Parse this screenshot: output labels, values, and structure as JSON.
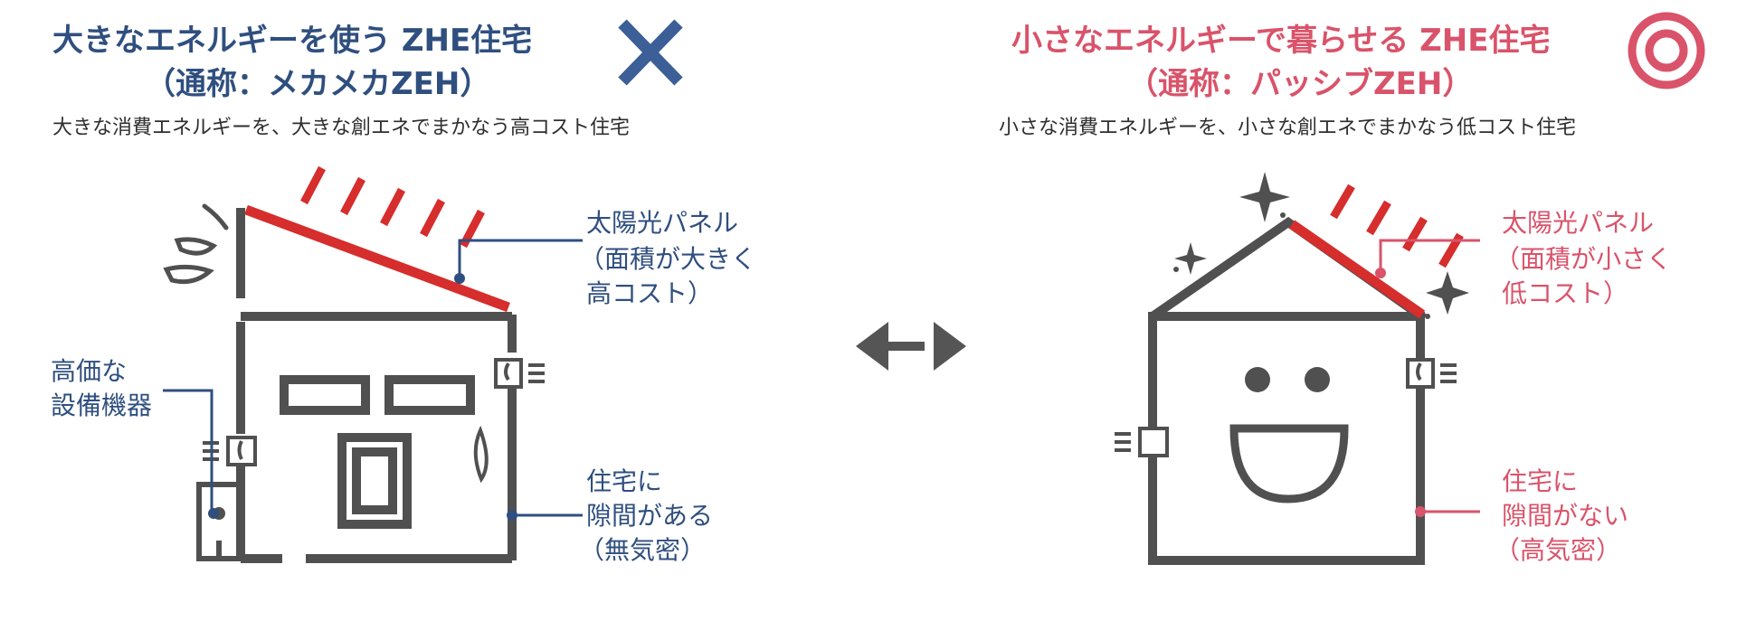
{
  "left": {
    "title": "大きなエネルギーを使う ZHE住宅",
    "subtitle": "（通称：メカメカZEH）",
    "description": "大きな消費エネルギーを、大きな創エネでまかなう高コスト住宅",
    "label_solar": {
      "line1": "太陽光パネル",
      "line2": "（面積が大きく",
      "line3": "高コスト）"
    },
    "label_equipment": {
      "line1": "高価な",
      "line2": "設備機器"
    },
    "label_gap": {
      "line1": "住宅に",
      "line2": "隙間がある",
      "line3": "（無気密）"
    }
  },
  "right": {
    "title": "小さなエネルギーで暮らせる ZHE住宅",
    "subtitle": "（通称：パッシブZEH）",
    "description": "小さな消費エネルギーを、小さな創エネでまかなう低コスト住宅",
    "label_solar": {
      "line1": "太陽光パネル",
      "line2": "（面積が小さく",
      "line3": "低コスト）"
    },
    "label_gap": {
      "line1": "住宅に",
      "line2": "隙間がない",
      "line3": "（高気密）"
    }
  },
  "icons": {
    "left_mark": "cross-mark-icon",
    "right_mark": "double-circle-icon",
    "compare": "double-arrow-icon"
  },
  "colors": {
    "blue": "#2f4f7f",
    "red": "#d9536a",
    "panel_red": "#d62d2d",
    "house_gray": "#505050"
  }
}
